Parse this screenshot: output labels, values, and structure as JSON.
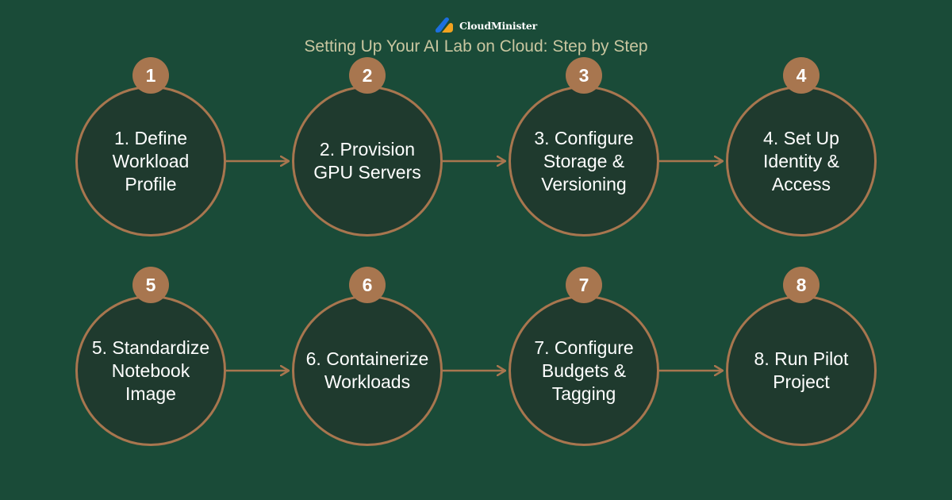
{
  "header": {
    "brand_name": "CloudMinister",
    "title": "Setting Up Your AI Lab on Cloud: Step by Step"
  },
  "colors": {
    "background": "#1a4b38",
    "circle_fill": "#1f3a2e",
    "accent": "#a8764f",
    "title_text": "#c9c6a0",
    "logo_blue": "#1d6fe0",
    "logo_orange": "#f2a31f"
  },
  "steps": [
    {
      "number": "1",
      "label": "1. Define\nWorkload\nProfile"
    },
    {
      "number": "2",
      "label": "2. Provision\nGPU Servers"
    },
    {
      "number": "3",
      "label": "3. Configure\nStorage &\nVersioning"
    },
    {
      "number": "4",
      "label": "4. Set Up\nIdentity &\nAccess"
    },
    {
      "number": "5",
      "label": "5. Standardize\nNotebook\nImage"
    },
    {
      "number": "6",
      "label": "6. Containerize\nWorkloads"
    },
    {
      "number": "7",
      "label": "7. Configure\nBudgets &\nTagging"
    },
    {
      "number": "8",
      "label": "8. Run Pilot\nProject"
    }
  ]
}
